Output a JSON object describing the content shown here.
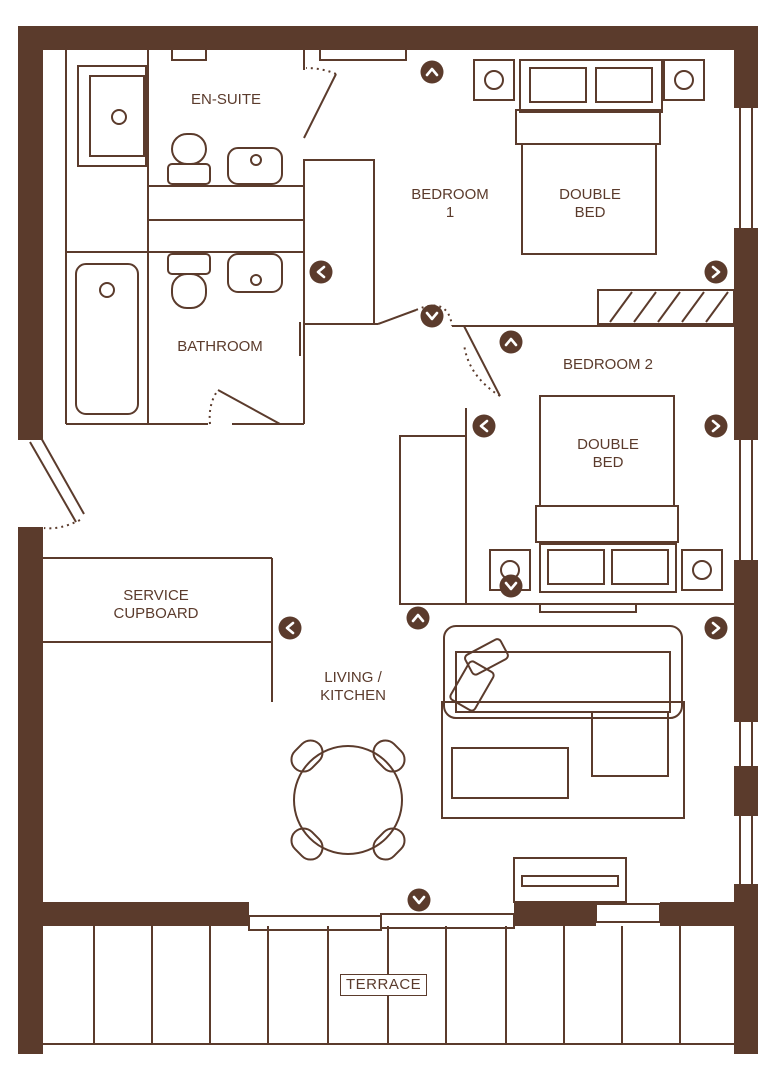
{
  "colors": {
    "wall": "#5b3b2c",
    "line": "#5b3b2c",
    "background": "#ffffff"
  },
  "rooms": {
    "ensuite": "EN-SUITE",
    "bathroom": "BATHROOM",
    "bedroom1_line1": "BEDROOM",
    "bedroom1_line2": "1",
    "bedroom2": "BEDROOM 2",
    "service_line1": "SERVICE",
    "service_line2": "CUPBOARD",
    "living_line1": "LIVING /",
    "living_line2": "KITCHEN",
    "terrace": "TERRACE"
  },
  "beds": {
    "bed1_line1": "DOUBLE",
    "bed1_line2": "BED",
    "bed2_line1": "DOUBLE",
    "bed2_line2": "BED"
  },
  "markers": {
    "icon": "chevron-circle-icon",
    "directions": [
      "up",
      "left",
      "right",
      "down",
      "up",
      "left",
      "right",
      "down",
      "up",
      "left",
      "right",
      "down"
    ]
  }
}
